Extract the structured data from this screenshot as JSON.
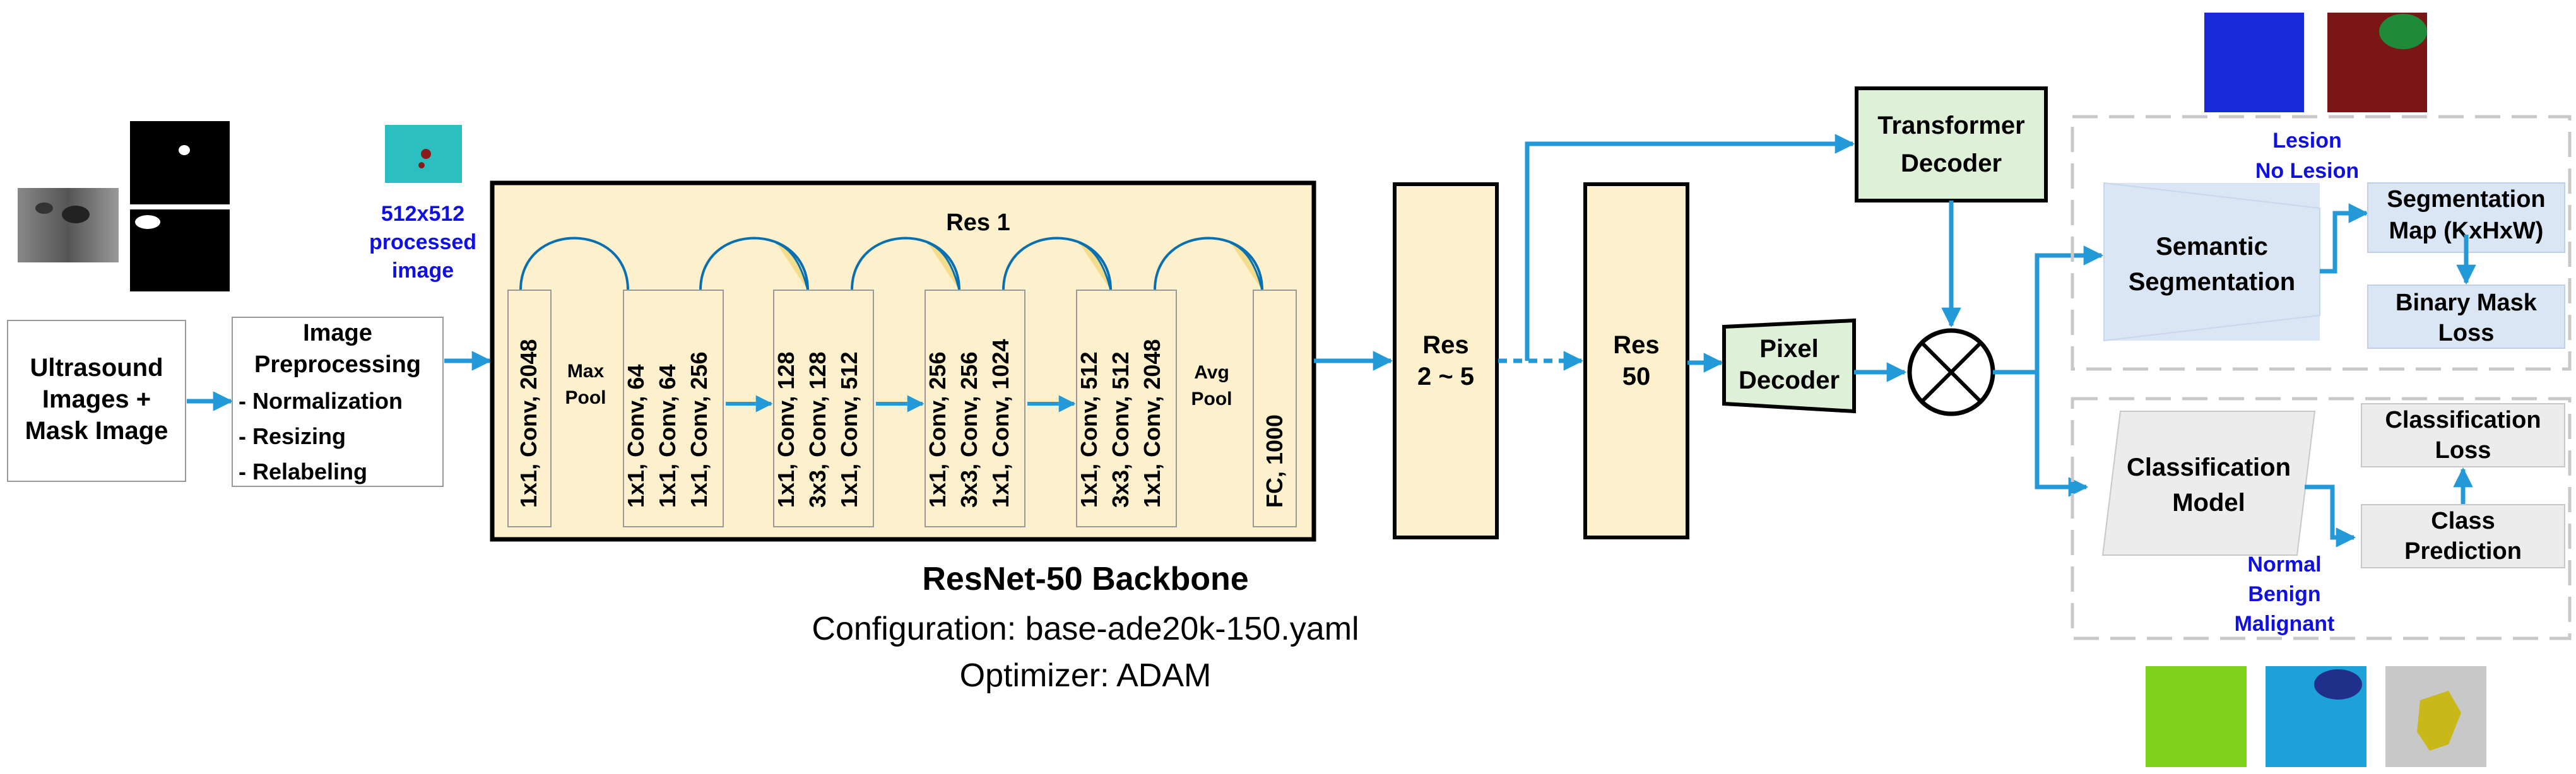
{
  "input_box": {
    "line1": "Ultrasound",
    "line2": "Images +",
    "line3": "Mask Image"
  },
  "preprocess": {
    "title1": "Image",
    "title2": "Preprocessing",
    "items": [
      "- Normalization",
      "- Resizing",
      "- Relabeling"
    ]
  },
  "processed_caption": {
    "line1": "512x512",
    "line2": "processed",
    "line3": "image"
  },
  "res1": {
    "title": "Res 1",
    "blocks": [
      [
        "1x1, Conv, 2048"
      ],
      [
        "Max",
        "Pool"
      ],
      [
        "1x1, Conv, 64",
        "1x1, Conv, 64",
        "1x1, Conv, 256"
      ],
      [
        "1x1, Conv, 128",
        "3x3, Conv, 128",
        "1x1, Conv, 512"
      ],
      [
        "1x1, Conv, 256",
        "3x3, Conv, 256",
        "1x1, Conv, 1024"
      ],
      [
        "1x1, Conv, 512",
        "3x3, Conv, 512",
        "1x1, Conv, 2048"
      ],
      [
        "Avg",
        "Pool"
      ],
      [
        "FC, 1000"
      ]
    ]
  },
  "backbone": {
    "title": "ResNet-50 Backbone",
    "config": "Configuration: base-ade20k-150.yaml",
    "optimizer": "Optimizer: ADAM"
  },
  "res2_5": {
    "line1": "Res",
    "line2": "2 ~ 5"
  },
  "res50": {
    "line1": "Res",
    "line2": "50"
  },
  "pixel_decoder": {
    "line1": "Pixel",
    "line2": "Decoder"
  },
  "transformer_decoder": {
    "line1": "Transformer",
    "line2": "Decoder"
  },
  "segmentation": {
    "legend1": "Lesion",
    "legend2": "No Lesion",
    "semantic1": "Semantic",
    "semantic2": "Segmentation",
    "map1": "Segmentation",
    "map2": "Map (KxHxW)",
    "loss1": "Binary Mask",
    "loss2": "Loss"
  },
  "classification": {
    "model1": "Classification",
    "model2": "Model",
    "loss1": "Classification",
    "loss2": "Loss",
    "pred1": "Class",
    "pred2": "Prediction",
    "classes": [
      "Normal",
      "Benign",
      "Malignant"
    ]
  },
  "colors": {
    "arrow": "#2399d8",
    "block_fill": "#fdf0cc",
    "decoder_fill": "#dff0d8",
    "seg_fill": "#dae6f4",
    "class_fill": "#ececec",
    "label_blue": "#1010e0"
  }
}
